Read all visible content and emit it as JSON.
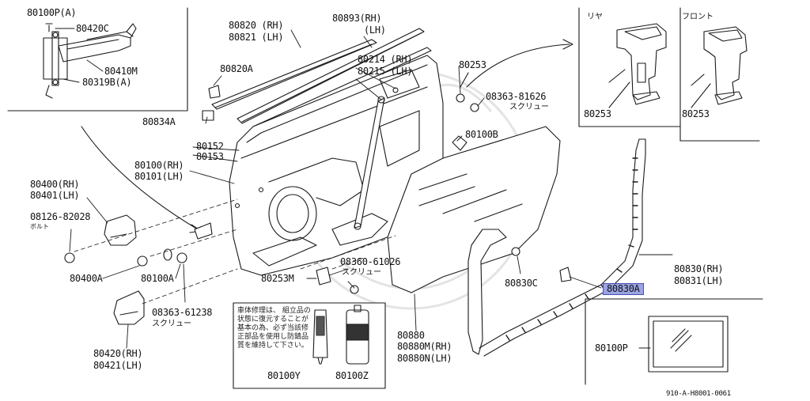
{
  "diagram": {
    "labels": {
      "l80100P_A": "80100P(A)",
      "l80420C": "80420C",
      "l80410M": "80410M",
      "l80319B": "80319B(A)",
      "l80820RH": "80820 (RH)",
      "l80821LH": "80821 (LH)",
      "l80893RH": "80893(RH)",
      "l80893LH": "(LH)",
      "l80214": "80214 (RH)",
      "l80215": "80215 (LH)",
      "l80820A": "80820A",
      "l80253top": "80253",
      "l08363_81626": "08363-81626",
      "l80834A": "80834A",
      "l80100B": "80100B",
      "l80152": "80152",
      "l80153": "80153",
      "l80100RH": "80100(RH)",
      "l80101LH": "80101(LH)",
      "l80400RH": "80400(RH)",
      "l80401LH": "80401(LH)",
      "l08126": "08126-82028",
      "l80400A": "80400A",
      "l80100A": "80100A",
      "l08360": "08360-61026",
      "l80253M": "80253M",
      "l08363_61238": "08363-61238",
      "l80420RH": "80420(RH)",
      "l80421LH": "80421(LH)",
      "l80830C": "80830C",
      "l80830A": "80830A",
      "l80830RH": "80830(RH)",
      "l80831LH": "80831(LH)",
      "l80880": "80880",
      "l80880M": "80880M(RH)",
      "l80880N": "80880N(LH)",
      "l80100Y": "80100Y",
      "l80100Z": "80100Z",
      "l80100P": "80100P",
      "l80253rear": "80253",
      "l80253front": "80253"
    },
    "japanese": {
      "bolt": "ボルト",
      "screw1": "スクリュー",
      "screw2": "スクリュー",
      "screw3": "スクリュー",
      "rear": "リヤ",
      "front": "フロント"
    },
    "note": "車体修理は、 組立品の状態に復元することが基本の為、必ず当該修正部品を使用し防錆品質を維持して下さい。",
    "code": "910-A-H8001-0061",
    "highlight_color": "#9aa4e4"
  }
}
